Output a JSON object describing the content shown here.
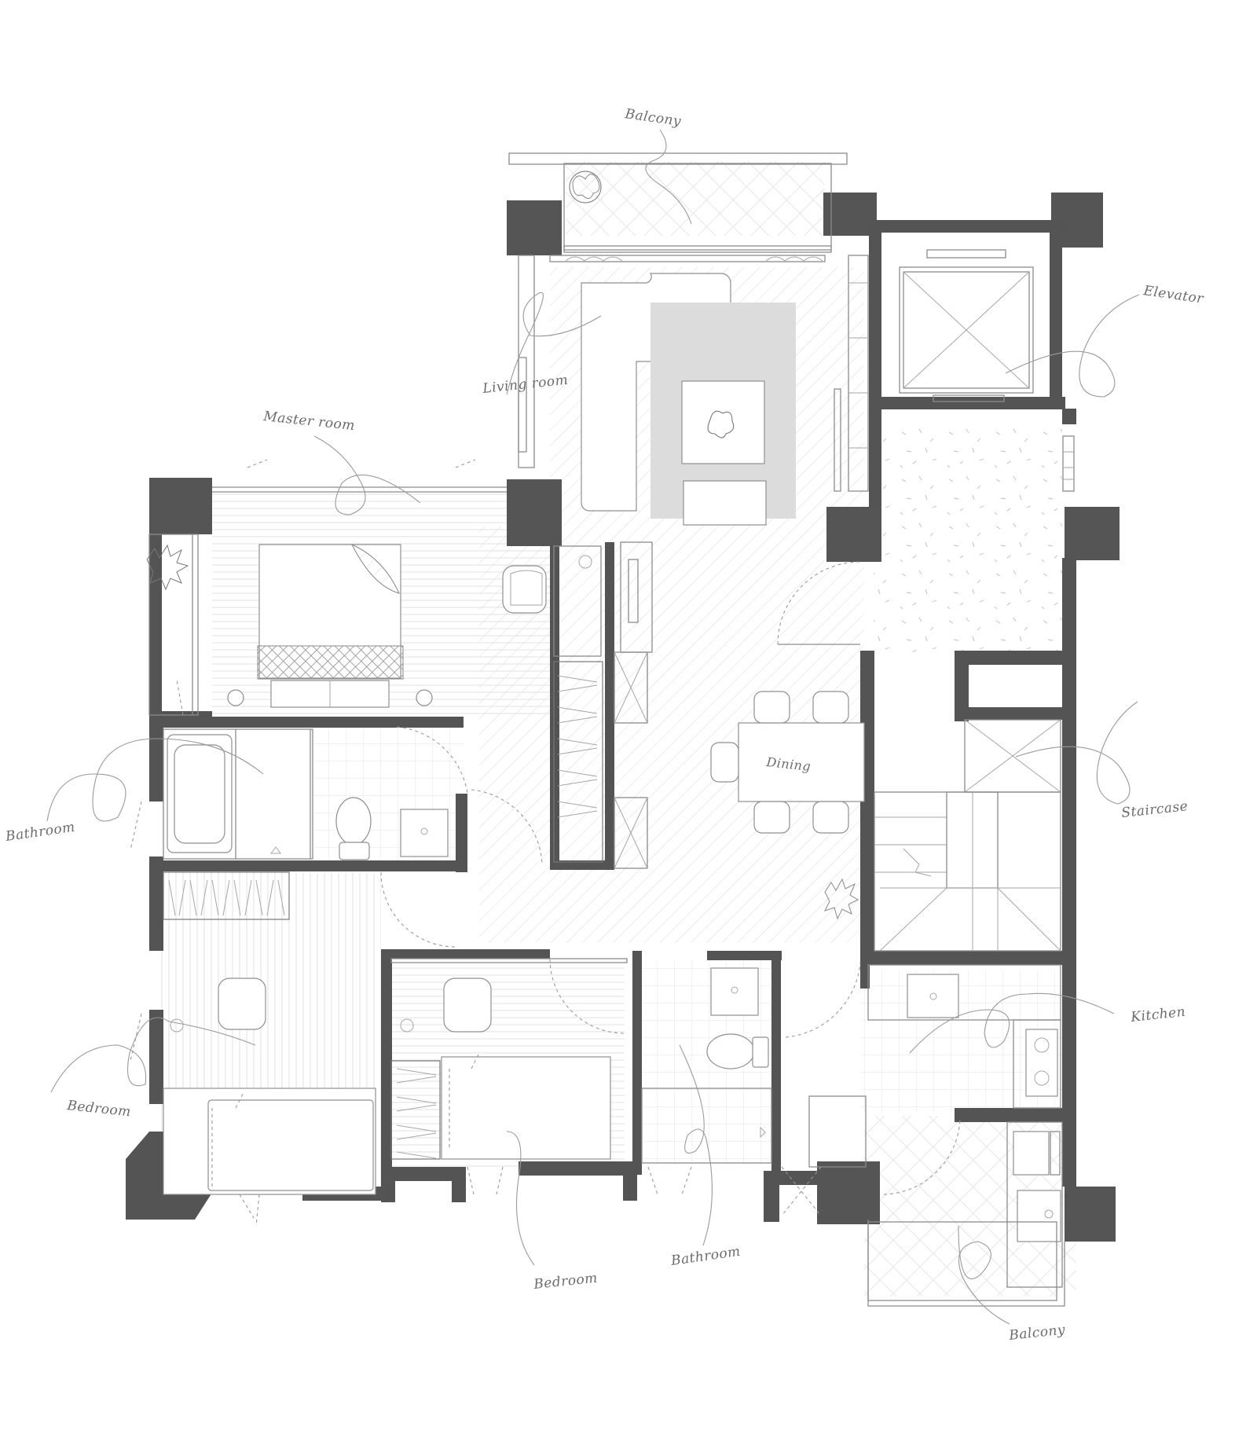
{
  "colors": {
    "wall": "#545454",
    "column": "#555555",
    "rug": "#dcdcdc",
    "hatch": "#c8c8c8",
    "label": "#6b6b6b"
  },
  "labels": {
    "balcony_top": "Balcony",
    "elevator": "Elevator",
    "living_room": "Living room",
    "master_room": "Master room",
    "dining": "Dining",
    "staircase": "Staircase",
    "bathroom_left": "Bathroom",
    "kitchen": "Kitchen",
    "bedroom_left": "Bedroom",
    "bathroom_bottom": "Bathroom",
    "bedroom_bottom": "Bedroom",
    "balcony_bottom": "Balcony"
  },
  "icons": [
    "plant-icon",
    "toilet-icon",
    "sink-icon",
    "bathtub-icon",
    "stove-icon",
    "chair-icon",
    "bed-icon",
    "sofa-icon"
  ]
}
